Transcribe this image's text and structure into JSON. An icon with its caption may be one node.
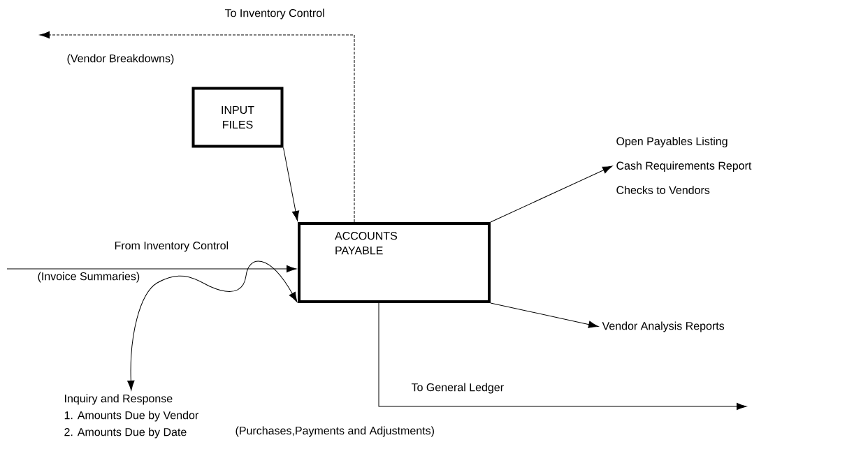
{
  "diagram": {
    "nodes": [
      {
        "text": [
          "INPUT FILES"
        ]
      },
      {
        "text": [
          "ACCOUNTS PAYABLE"
        ]
      },
      {
        "text": [
          "Open Payables Listing",
          "Cash Requirements Report",
          "Checks to Vendors"
        ]
      },
      {
        "text": [
          "Vendor Analysis Reports"
        ]
      },
      {
        "text": [
          "Inquiry and Response",
          "1. Amounts Due by Vendor",
          "2. Amounts Due by Date"
        ]
      }
    ],
    "edges": [
      {
        "from": null,
        "to": 1,
        "arrow": "to",
        "label": "From Inventory Control"
      },
      {
        "from": 1,
        "to": null,
        "arrow": "to",
        "label": "To Inventory Control",
        "style": "dashed"
      },
      {
        "from": 0,
        "to": 1,
        "arrow": "to"
      },
      {
        "from": 1,
        "to": 2,
        "arrow": "to"
      },
      {
        "from": 1,
        "to": 3,
        "arrow": "to"
      },
      {
        "from": 1,
        "to": null,
        "arrow": "to",
        "label": "To General Ledger"
      },
      {
        "from": 4,
        "to": 1,
        "arrow": "both"
      }
    ],
    "labels": [
      "(Vendor Breakdowns)",
      "(Invoice Summaries)",
      "(Purchases,Payments and Adjustments)"
    ]
  }
}
